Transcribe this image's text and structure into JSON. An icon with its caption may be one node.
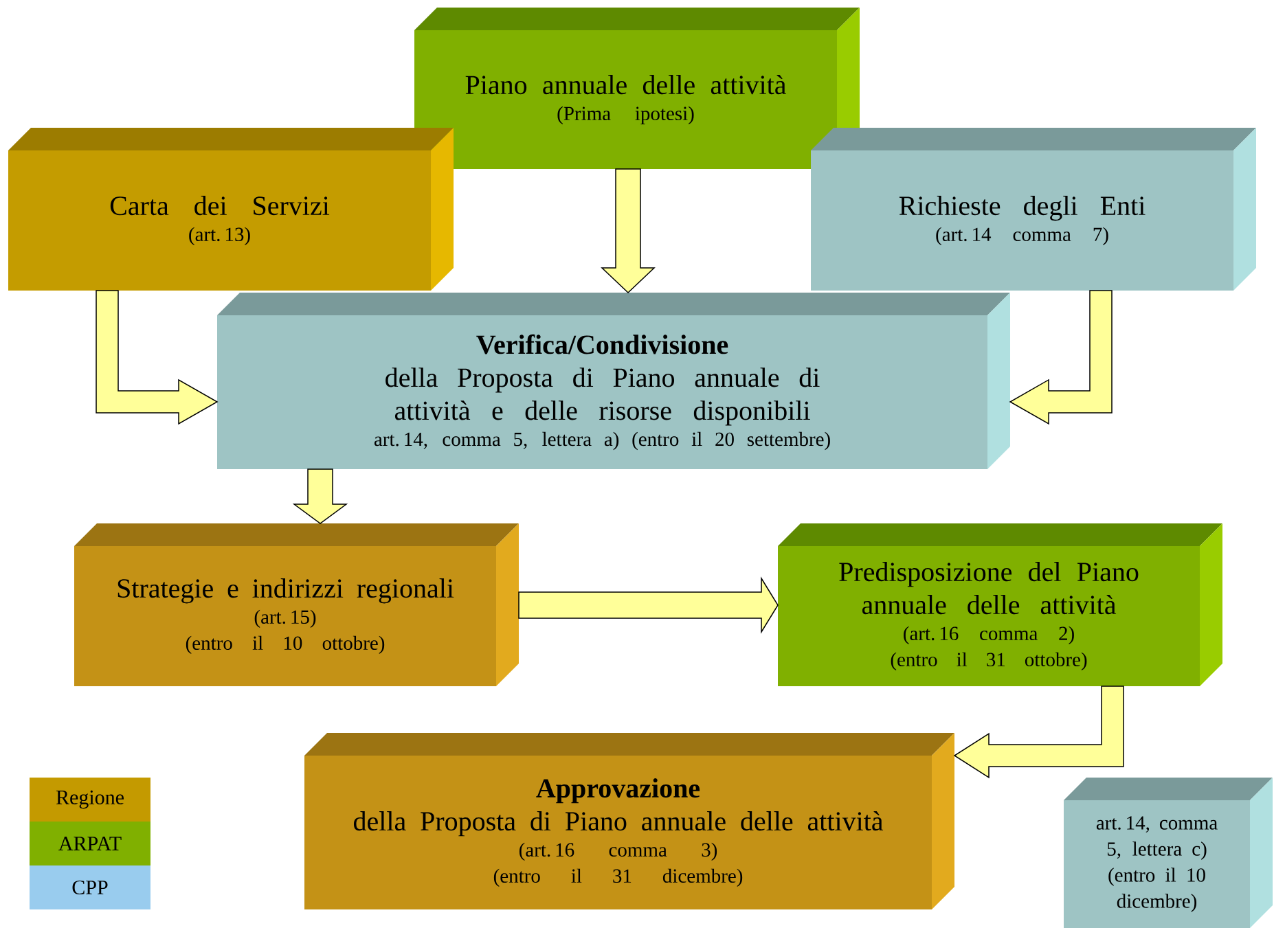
{
  "diagram": {
    "nodes": [
      {
        "text": [
          "Piano annuale delle attività",
          "(Prima ipotesi)"
        ]
      },
      {
        "text": [
          "Carta dei Servizi",
          "(art. 13)"
        ]
      },
      {
        "text": [
          "Richieste degli Enti",
          "(art. 14 comma 7)"
        ]
      },
      {
        "text": [
          "Verifica/Condivisione",
          "della Proposta di Piano annuale di attività e delle risorse disponibili",
          "art. 14, comma 5, lettera a) (entro il 20 settembre)"
        ]
      },
      {
        "text": [
          "Strategie e indirizzi regionali",
          "(art. 15)",
          "(entro il 10 ottobre)"
        ]
      },
      {
        "text": [
          "Predisposizione del Piano annuale delle attività",
          "(art. 16 comma 2)",
          "(entro il 31 ottobre)"
        ]
      },
      {
        "text": [
          "Approvazione",
          "della Proposta di Piano annuale delle attività",
          "(art. 16 comma 3)",
          "(entro il 31 dicembre)"
        ]
      },
      {
        "text": [
          "art. 14, comma 5, lettera c)",
          "(entro il 10 dicembre)"
        ]
      }
    ],
    "edges": [
      {
        "from": 0,
        "to": 3,
        "arrow": "to"
      },
      {
        "from": 1,
        "to": 3,
        "arrow": "to"
      },
      {
        "from": 2,
        "to": 3,
        "arrow": "to"
      },
      {
        "from": 3,
        "to": 4,
        "arrow": "to"
      },
      {
        "from": 4,
        "to": 5,
        "arrow": "to"
      },
      {
        "from": 5,
        "to": 6,
        "arrow": "to"
      }
    ],
    "legend": [
      {
        "text": "Regione",
        "color": "#c49a00"
      },
      {
        "text": "ARPAT",
        "color": "#80b000"
      },
      {
        "text": "CPP",
        "color": "#99ccee"
      }
    ]
  }
}
